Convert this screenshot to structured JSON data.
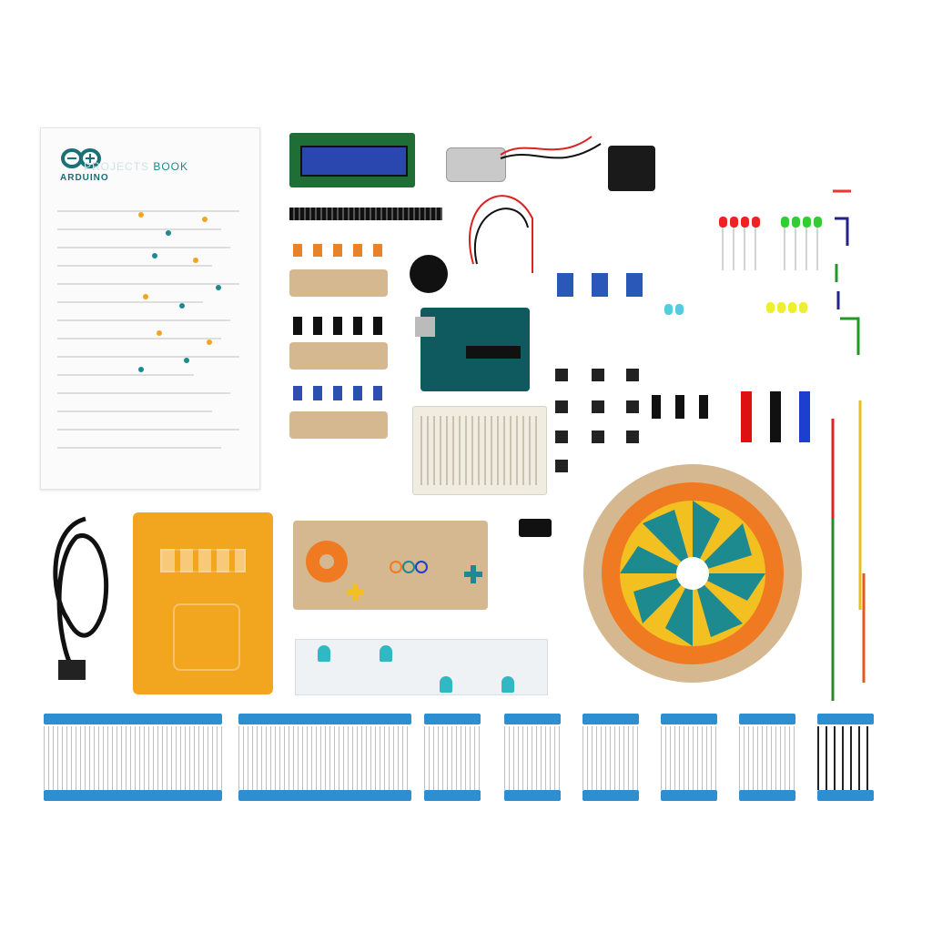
{
  "book": {
    "brand": "ARDUINO",
    "title_faded": "PROJECTS ",
    "title": "BOOK"
  },
  "colors": {
    "teal": "#1d8a8f",
    "orange": "#f2a51f",
    "cardboard": "#d5b890",
    "resistor_tape": "#2e8fd0",
    "arduino_board": "#0f5a5e"
  },
  "icons": [
    "arduino-infinity-logo"
  ]
}
